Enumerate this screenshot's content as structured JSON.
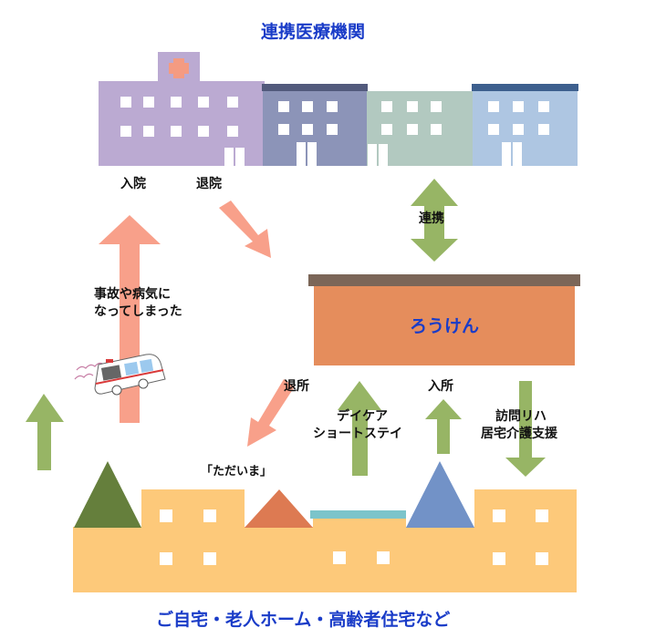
{
  "header": {
    "title": "連携医療機関"
  },
  "footer": {
    "title": "ご自宅・老人ホーム・高齢者住宅など"
  },
  "center": {
    "facility_name": "ろうけん"
  },
  "labels": {
    "admission_hospital": "入院",
    "discharge_hospital": "退院",
    "cooperation": "連携",
    "accident_line1": "事故や病気に",
    "accident_line2": "なってしまった",
    "discharge_facility": "退所",
    "admission_facility": "入所",
    "daycare_line1": "デイケア",
    "daycare_line2": "ショートステイ",
    "visit_line1": "訪問リハ",
    "visit_line2": "居宅介護支援",
    "home_greeting": "「ただいま」"
  },
  "colors": {
    "title_blue": "#1a3cc8",
    "salmon_arrow": "#f8a08a",
    "green_arrow": "#97b565",
    "roken_body": "#e58d5c",
    "roken_roof": "#7b6658",
    "hospital": "#bbaad2",
    "building_2": "#8c94b8",
    "building_3": "#b2c9c0",
    "building_4": "#aec6e2",
    "home": "#fdc97a"
  }
}
